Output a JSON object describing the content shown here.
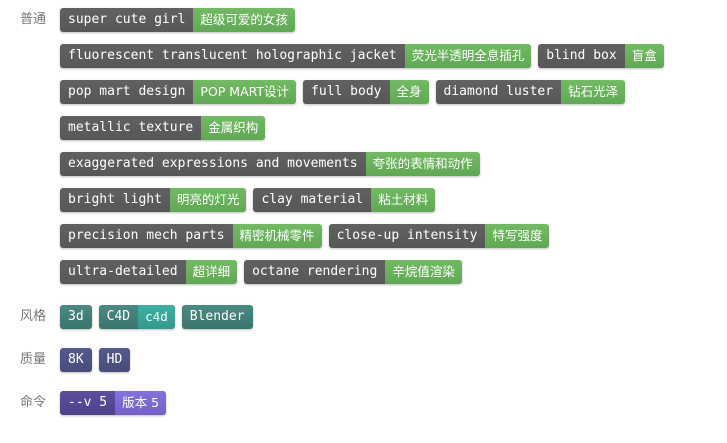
{
  "groups": [
    {
      "label": "普通",
      "rows": [
        [
          {
            "en": "super cute girl",
            "zh": "超级可爱的女孩"
          }
        ],
        [
          {
            "en": "fluorescent translucent holographic jacket",
            "zh": "荧光半透明全息插孔"
          },
          {
            "en": "blind box",
            "zh": "盲盒"
          }
        ],
        [
          {
            "en": "pop mart design",
            "zh": "POP MART设计"
          },
          {
            "en": "full body",
            "zh": "全身"
          },
          {
            "en": "diamond luster",
            "zh": "钻石光泽"
          }
        ],
        [
          {
            "en": "metallic texture",
            "zh": "金属织构"
          }
        ],
        [
          {
            "en": "exaggerated expressions and movements",
            "zh": "夸张的表情和动作"
          }
        ],
        [
          {
            "en": "bright light",
            "zh": "明亮的灯光"
          },
          {
            "en": "clay material",
            "zh": "粘土材料"
          }
        ],
        [
          {
            "en": "precision mech parts",
            "zh": "精密机械零件"
          },
          {
            "en": "close-up intensity",
            "zh": "特写强度"
          }
        ],
        [
          {
            "en": "ultra-detailed",
            "zh": "超详细"
          },
          {
            "en": "octane rendering",
            "zh": "辛烷值渲染"
          }
        ]
      ]
    },
    {
      "label": "风格",
      "rows": [
        [
          {
            "en": "3d"
          },
          {
            "en": "C4D",
            "zh": "c4d"
          },
          {
            "en": "Blender"
          }
        ]
      ]
    },
    {
      "label": "质量",
      "rows": [
        [
          {
            "en": "8K"
          },
          {
            "en": "HD"
          }
        ]
      ]
    },
    {
      "label": "命令",
      "rows": [
        [
          {
            "en": "--v 5",
            "zh": "版本 5"
          }
        ]
      ]
    }
  ]
}
